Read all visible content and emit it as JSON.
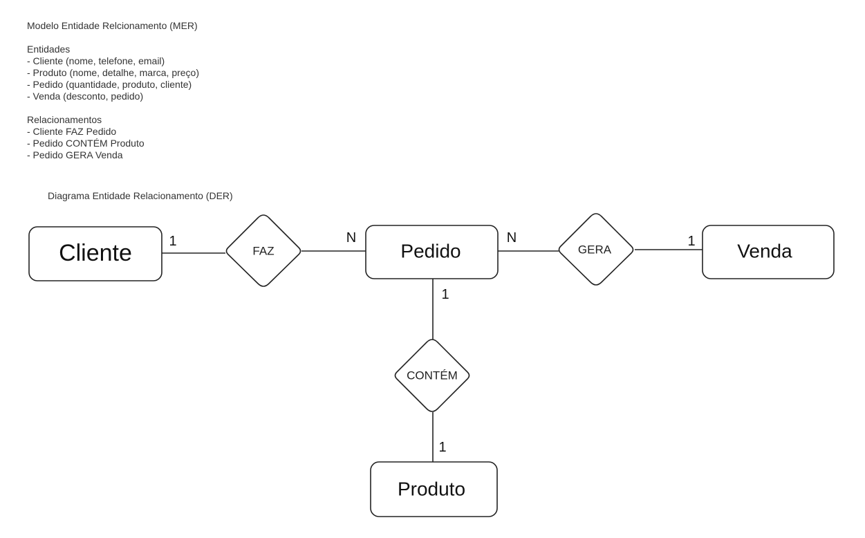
{
  "mer": {
    "title": "Modelo Entidade Relcionamento (MER)",
    "entities_heading": "Entidades",
    "entities": [
      "- Cliente (nome, telefone, email)",
      "- Produto (nome, detalhe, marca, preço)",
      "- Pedido (quantidade, produto, cliente)",
      "- Venda (desconto, pedido)"
    ],
    "relationships_heading": "Relacionamentos",
    "relationships": [
      "- Cliente FAZ Pedido",
      "- Pedido CONTÉM Produto",
      "- Pedido GERA Venda"
    ]
  },
  "der": {
    "title": "Diagrama Entidade Relacionamento (DER)",
    "entities": {
      "cliente": "Cliente",
      "pedido": "Pedido",
      "venda": "Venda",
      "produto": "Produto"
    },
    "relationships": {
      "faz": "FAZ",
      "gera": "GERA",
      "contem": "CONTÉM"
    },
    "cardinalities": {
      "cliente_faz": "1",
      "faz_pedido": "N",
      "pedido_gera": "N",
      "gera_venda": "1",
      "pedido_contem": "1",
      "contem_produto": "1"
    }
  }
}
